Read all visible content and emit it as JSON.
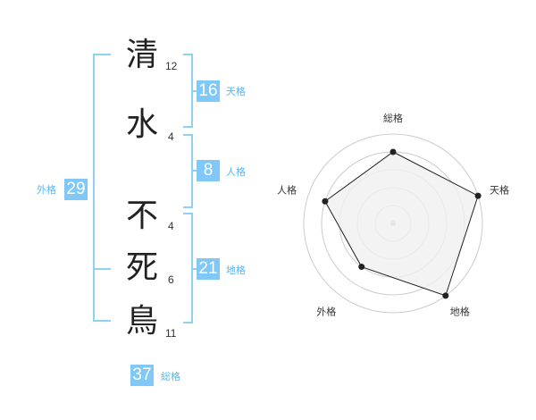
{
  "name": {
    "characters": [
      {
        "char": "清",
        "strokes": "12"
      },
      {
        "char": "水",
        "strokes": "4"
      },
      {
        "char": "不",
        "strokes": "4"
      },
      {
        "char": "死",
        "strokes": "6"
      },
      {
        "char": "鳥",
        "strokes": "11"
      }
    ]
  },
  "fortune": {
    "tenkaku": {
      "value": "16",
      "label": "天格"
    },
    "jinkaku": {
      "value": "8",
      "label": "人格"
    },
    "chikaku": {
      "value": "21",
      "label": "地格"
    },
    "gaikaku": {
      "value": "29",
      "label": "外格"
    },
    "soukaku": {
      "value": "37",
      "label": "総格"
    }
  },
  "chart_data": {
    "type": "radar",
    "axes": [
      "総格",
      "天格",
      "地格",
      "外格",
      "人格"
    ],
    "values": [
      4,
      5,
      5,
      3,
      4
    ],
    "max": 5,
    "grid_levels": 5,
    "colors": {
      "fill": "#f0f0f0",
      "stroke": "#222222",
      "grid": "#cccccc",
      "center": "#bbbbbb"
    }
  }
}
